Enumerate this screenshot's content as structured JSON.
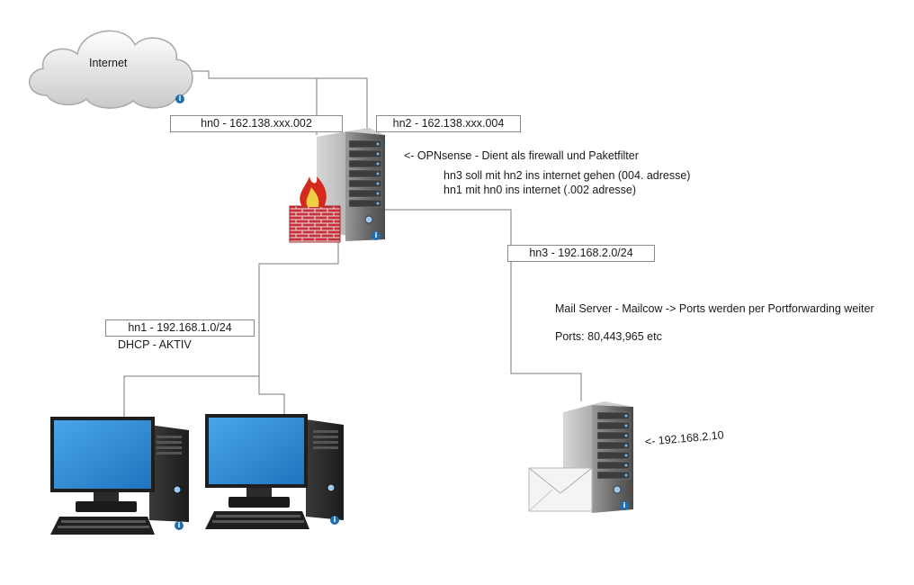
{
  "nodes": {
    "internet": {
      "label": "Internet"
    },
    "hn0": {
      "label": "hn0 - 162.138.xxx.002"
    },
    "hn2": {
      "label": "hn2 - 162.138.xxx.004"
    },
    "hn1": {
      "label": "hn1 - 192.168.1.0/24"
    },
    "hn3": {
      "label": "hn3 - 192.168.2.0/24"
    }
  },
  "notes": {
    "opnsense": "<- OPNsense - Dient als firewall und Paketfilter",
    "hn3_route": "hn3 soll mit hn2 ins internet gehen (004. adresse)",
    "hn1_route": "hn1 mit hn0 ins internet (.002 adresse)",
    "dhcp": "DHCP - AKTIV",
    "mailserver": "Mail Server - Mailcow -> Ports werden per Portforwarding weiter",
    "ports": "Ports: 80,443,965 etc",
    "mail_ip": "<- 192.168.2.10"
  },
  "icons": [
    "cloud-icon",
    "server-icon",
    "firewall-icon",
    "desktop-computer-icon",
    "mail-server-icon",
    "envelope-icon",
    "info-icon"
  ],
  "colors": {
    "line": "#7a7a7a",
    "screen": "#2f8fd6",
    "brick": "#c8303a",
    "info": "#1f6fb0"
  }
}
